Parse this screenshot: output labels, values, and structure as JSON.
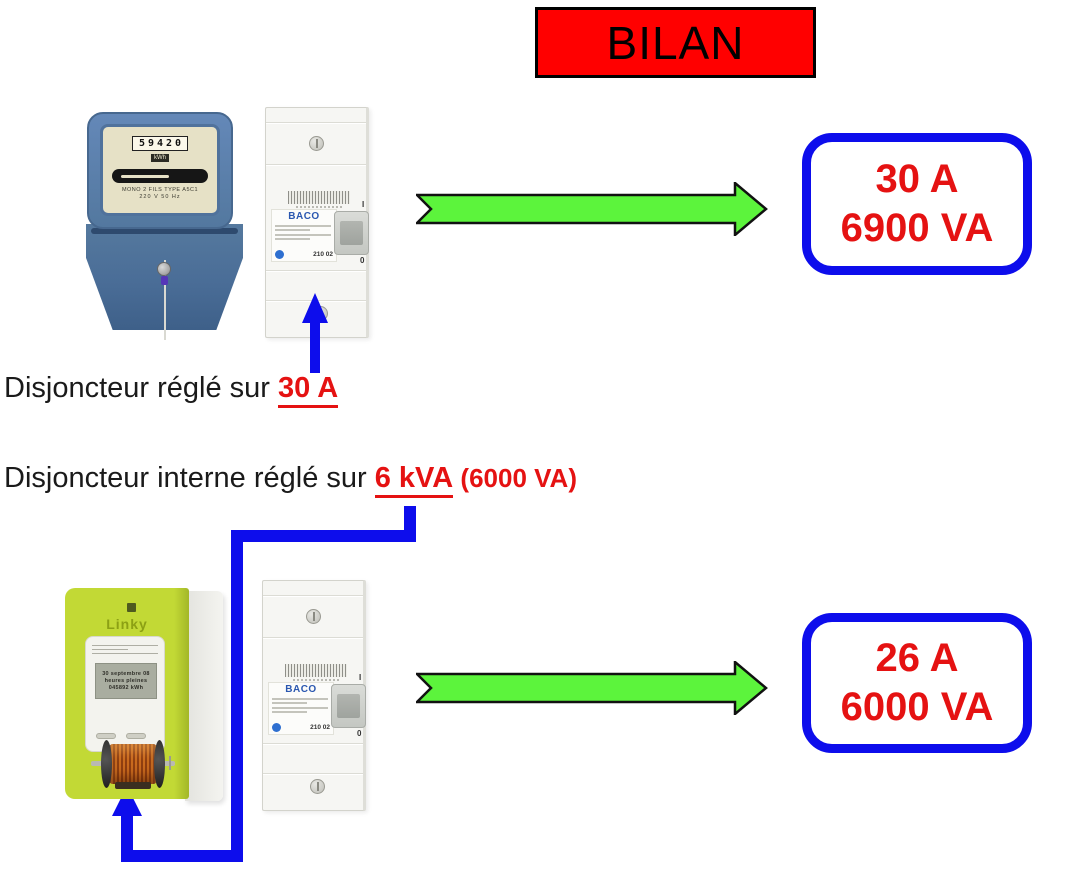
{
  "slide": {
    "title": "BILAN"
  },
  "captions": {
    "top": {
      "prefix": "Disjoncteur réglé sur ",
      "value": "30 A"
    },
    "bottom": {
      "prefix": "Disjoncteur interne réglé sur ",
      "value": "6 kVA",
      "detail": " (6000 VA)"
    }
  },
  "results": {
    "top": {
      "amps": "30 A",
      "power": "6900 VA"
    },
    "bottom": {
      "amps": "26 A",
      "power": "6000 VA"
    }
  },
  "old_meter": {
    "counter": "59420",
    "unit": "kWh",
    "spec_line1": "MONO 2 FILS   TYPE A5C1",
    "spec_line2": "220 V   50 Hz"
  },
  "breaker": {
    "brand": "BACO",
    "model": "210 02",
    "on_mark": "I",
    "off_mark": "0"
  },
  "linky_meter": {
    "brand": "Linky",
    "lcd": [
      "30 septembre 08",
      "heures pleines",
      "045892  kWh"
    ]
  },
  "colors": {
    "title_bg": "#FF0000",
    "accent_blue": "#0D0DEC",
    "accent_red": "#E51212",
    "arrow_green": "#5CF43C",
    "linky_green": "#C2D935"
  }
}
